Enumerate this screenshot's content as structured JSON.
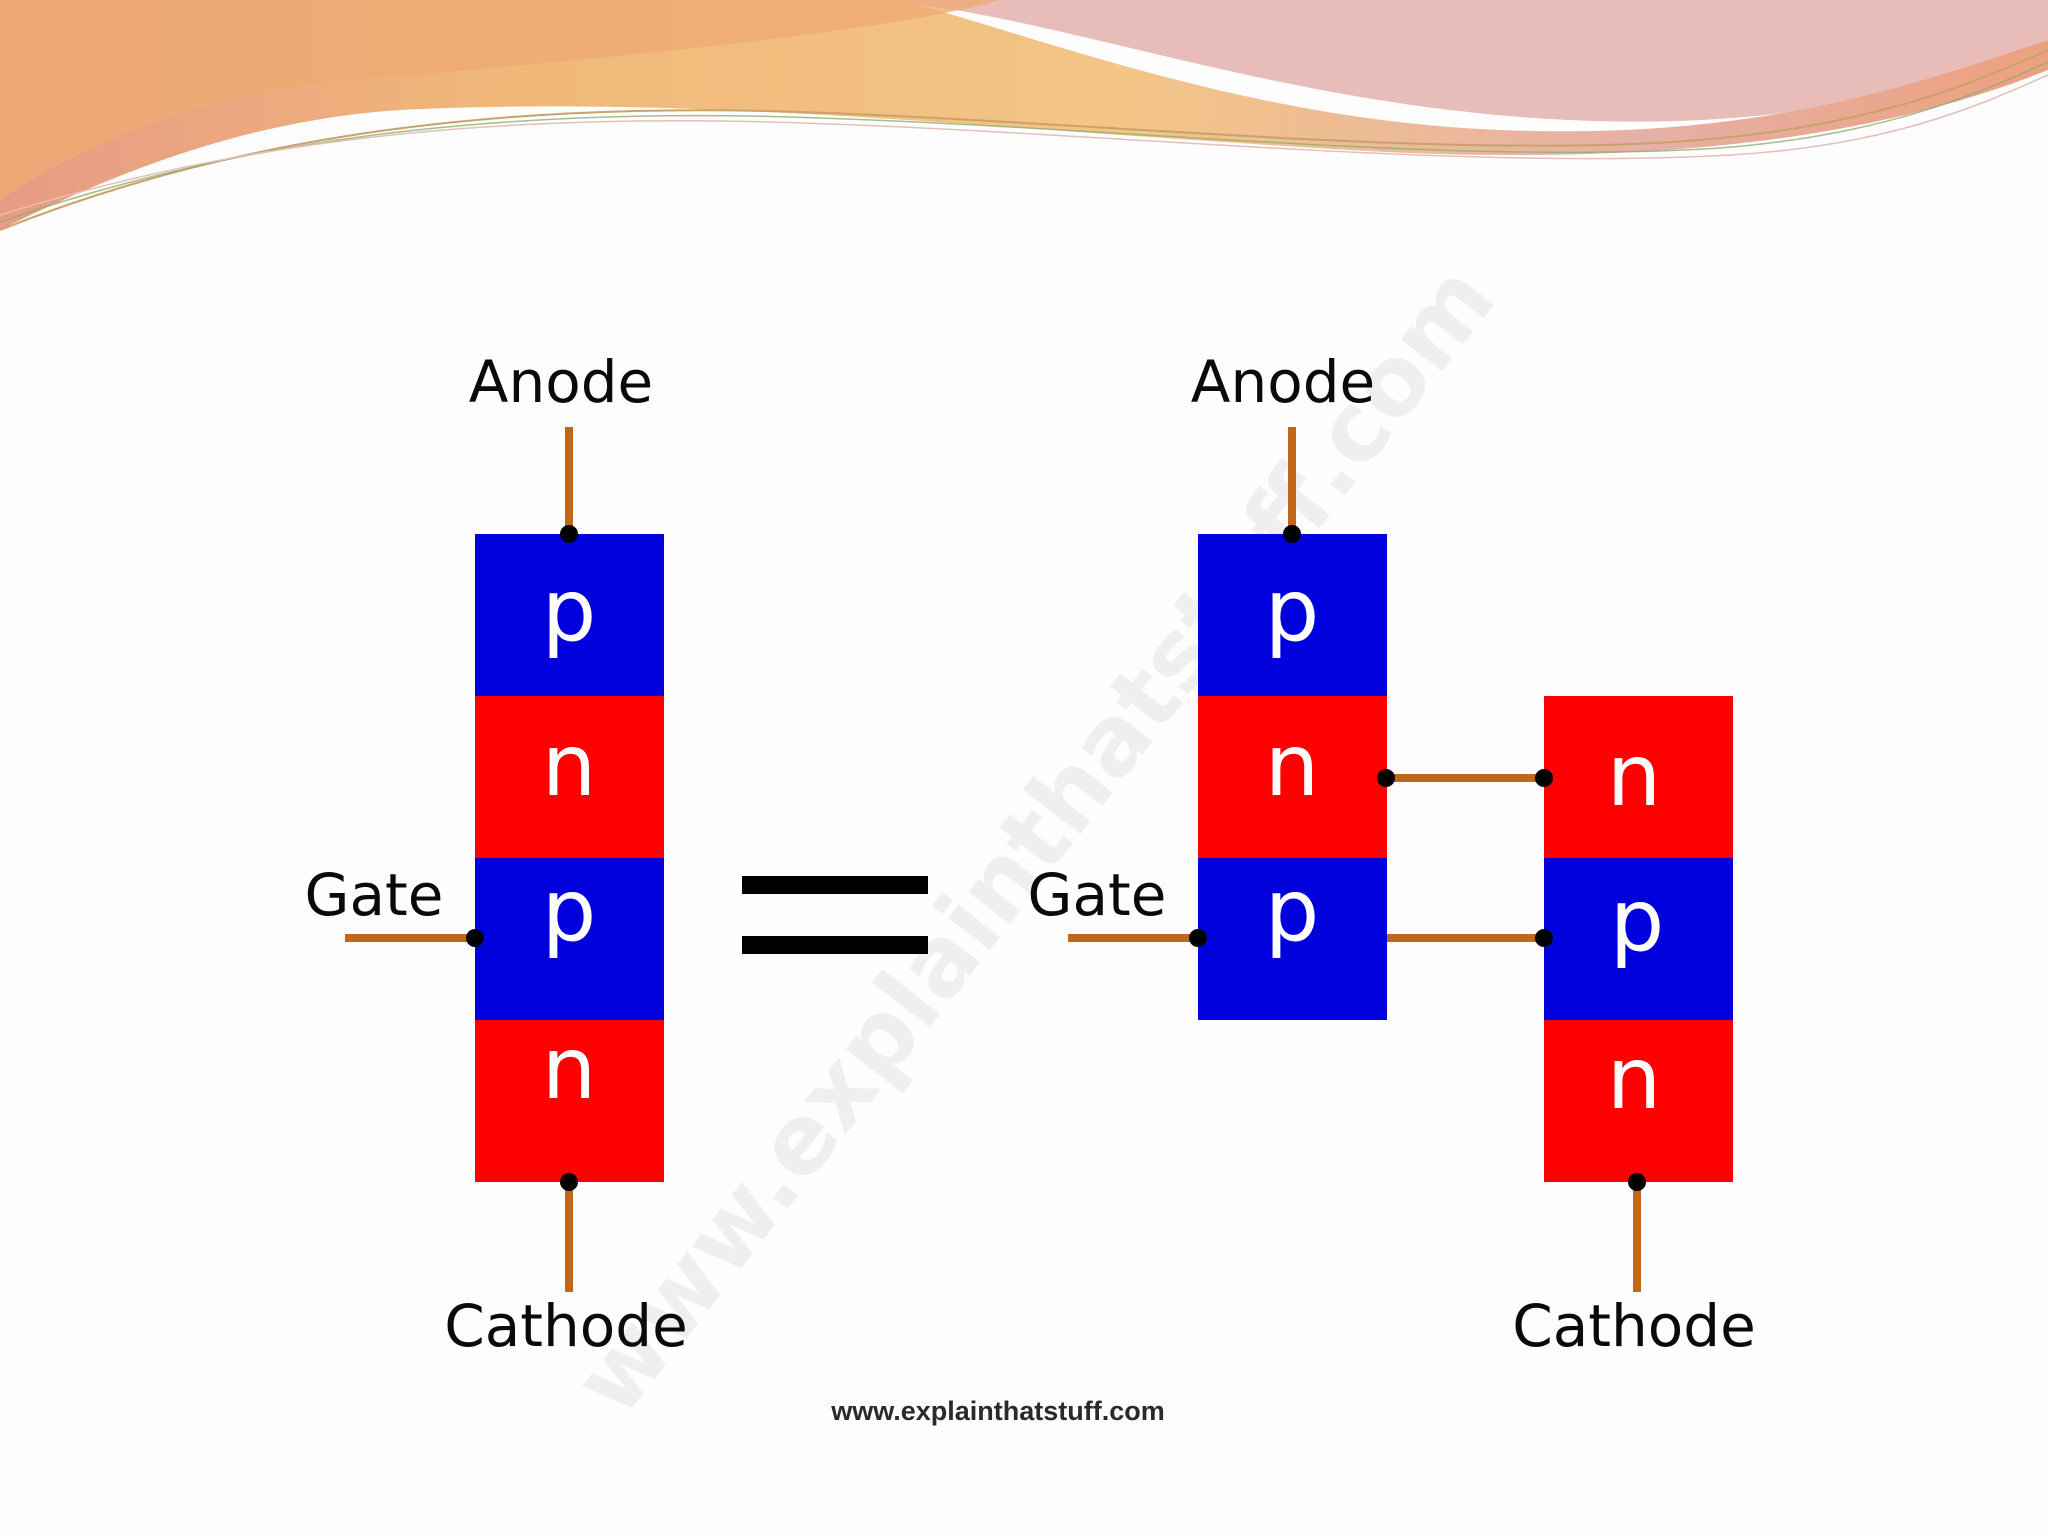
{
  "left_device": {
    "anode_label": "Anode",
    "gate_label": "Gate",
    "cathode_label": "Cathode",
    "layers": [
      "p",
      "n",
      "p",
      "n"
    ]
  },
  "right_device": {
    "anode_label": "Anode",
    "gate_label": "Gate",
    "cathode_label": "Cathode",
    "upper_layers": [
      "p",
      "n",
      "p"
    ],
    "lower_layers": [
      "n",
      "p",
      "n"
    ]
  },
  "watermark_text": "www.explainthatstuff.com",
  "credit_text": "www.explainthatstuff.com",
  "colors": {
    "p_layer": "#0000dd",
    "n_layer": "#ff0000",
    "wire": "#c0671a",
    "header_warm": "#f1b46c",
    "header_pink": "#e2a39a"
  }
}
